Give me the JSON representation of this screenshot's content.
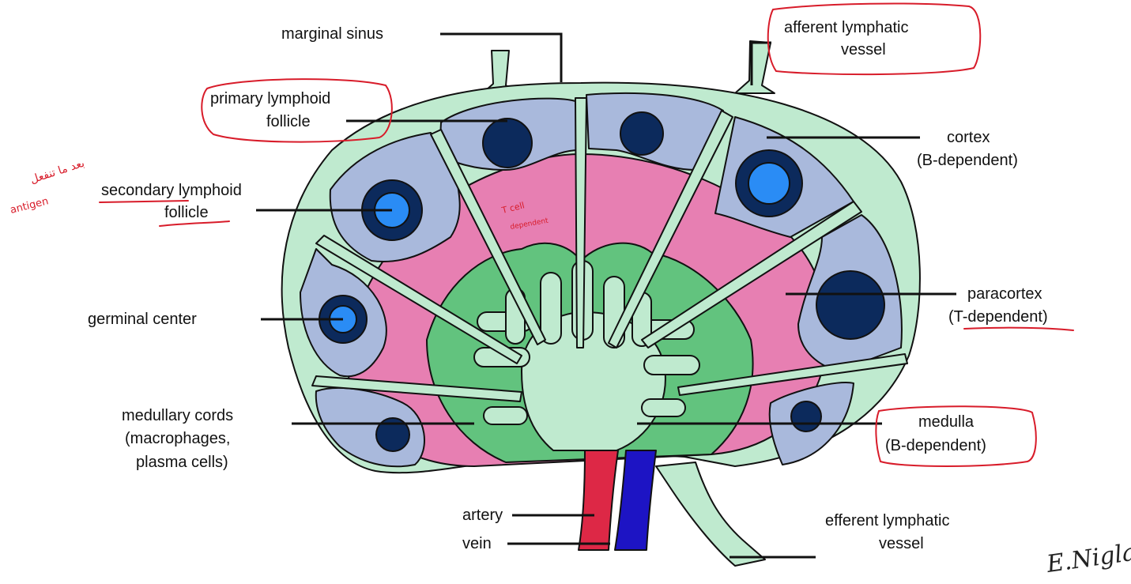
{
  "labels": {
    "marginal_sinus": "marginal sinus",
    "afferent_vessel_1": "afferent lymphatic",
    "afferent_vessel_2": "vessel",
    "primary_follicle_1": "primary lymphoid",
    "primary_follicle_2": "follicle",
    "secondary_follicle_1": "secondary lymphoid",
    "secondary_follicle_2": "follicle",
    "germinal_center": "germinal center",
    "medullary_cords_1": "medullary cords",
    "medullary_cords_2": "(macrophages,",
    "medullary_cords_3": "plasma cells)",
    "artery": "artery",
    "vein": "vein",
    "cortex_1": "cortex",
    "cortex_2": "(B-dependent)",
    "paracortex_1": "paracortex",
    "paracortex_2": "(T-dependent)",
    "medulla_1": "medulla",
    "medulla_2": "(B-dependent)",
    "efferent_vessel_1": "efferent lymphatic",
    "efferent_vessel_2": "vessel"
  },
  "handwritten_notes": {
    "arabic_note": "بعد ما تنفعل",
    "antigen_note": "antigen",
    "t_cell_1": "T cell",
    "t_cell_2": "dependent",
    "signature": "E.Niglar"
  },
  "colors": {
    "capsule_sinus": "#bfeacf",
    "cortex_region": "#a9b9dc",
    "paracortex_region": "#e77fb2",
    "medulla_cords": "#62c37e",
    "primary_follicle": "#0c2a5c",
    "germinal_center": "#2a8cf5",
    "artery": "#dd2846",
    "vein": "#1d14c4",
    "outline": "#111111",
    "annotation_ink": "#d81c2a"
  }
}
